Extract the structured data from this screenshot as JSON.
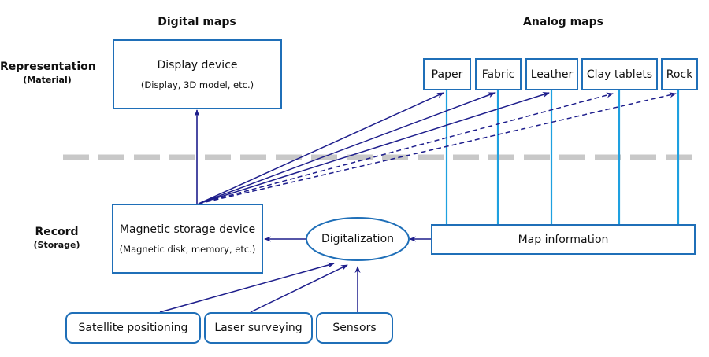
{
  "colors": {
    "box_border": "#1f6fb8",
    "arrow": "#1e1e8c",
    "analog_line": "#1ea0e0",
    "divider": "#c8c8c8"
  },
  "headings": {
    "digital": "Digital maps",
    "analog": "Analog maps"
  },
  "row_labels": {
    "representation": {
      "main": "Representation",
      "sub": "(Material)"
    },
    "record": {
      "main": "Record",
      "sub": "(Storage)"
    }
  },
  "display_device": {
    "title": "Display device",
    "subtitle": "(Display, 3D model, etc.)"
  },
  "storage_device": {
    "title": "Magnetic storage device",
    "subtitle": "(Magnetic disk, memory, etc.)"
  },
  "digitalization": {
    "label": "Digitalization"
  },
  "map_information": {
    "label": "Map information"
  },
  "materials": [
    {
      "label": "Paper",
      "arrow_style": "solid"
    },
    {
      "label": "Fabric",
      "arrow_style": "solid"
    },
    {
      "label": "Leather",
      "arrow_style": "solid"
    },
    {
      "label": "Clay tablets",
      "arrow_style": "dashed"
    },
    {
      "label": "Rock",
      "arrow_style": "dashed"
    }
  ],
  "inputs": [
    {
      "label": "Satellite positioning"
    },
    {
      "label": "Laser surveying"
    },
    {
      "label": "Sensors"
    }
  ],
  "edges": [
    {
      "from": "Magnetic storage device",
      "to": "Display device",
      "style": "solid"
    },
    {
      "from": "Magnetic storage device",
      "to": "Paper",
      "style": "solid"
    },
    {
      "from": "Magnetic storage device",
      "to": "Fabric",
      "style": "solid"
    },
    {
      "from": "Magnetic storage device",
      "to": "Leather",
      "style": "solid"
    },
    {
      "from": "Magnetic storage device",
      "to": "Clay tablets",
      "style": "dashed"
    },
    {
      "from": "Magnetic storage device",
      "to": "Rock",
      "style": "dashed"
    },
    {
      "from": "Digitalization",
      "to": "Magnetic storage device",
      "style": "solid"
    },
    {
      "from": "Map information",
      "to": "Digitalization",
      "style": "solid"
    },
    {
      "from": "Satellite positioning",
      "to": "Digitalization",
      "style": "solid"
    },
    {
      "from": "Laser surveying",
      "to": "Digitalization",
      "style": "solid"
    },
    {
      "from": "Sensors",
      "to": "Digitalization",
      "style": "solid"
    },
    {
      "from": "Paper",
      "to": "Map information",
      "style": "line"
    },
    {
      "from": "Fabric",
      "to": "Map information",
      "style": "line"
    },
    {
      "from": "Leather",
      "to": "Map information",
      "style": "line"
    },
    {
      "from": "Clay tablets",
      "to": "Map information",
      "style": "line"
    },
    {
      "from": "Rock",
      "to": "Map information",
      "style": "line"
    }
  ]
}
